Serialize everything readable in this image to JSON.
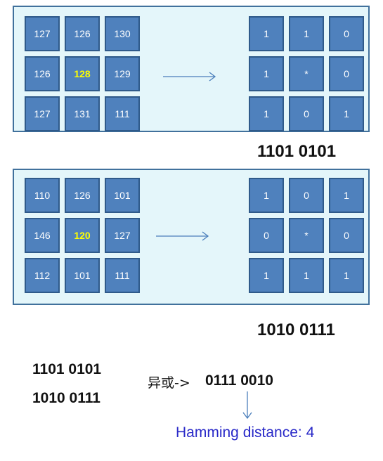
{
  "panel1": {
    "left": [
      "127",
      "126",
      "130",
      "126",
      "128",
      "129",
      "127",
      "131",
      "111"
    ],
    "right": [
      "1",
      "1",
      "0",
      "1",
      "*",
      "0",
      "1",
      "0",
      "1"
    ],
    "code": "1101 0101"
  },
  "panel2": {
    "left": [
      "110",
      "126",
      "101",
      "146",
      "120",
      "127",
      "112",
      "101",
      "111"
    ],
    "right": [
      "1",
      "0",
      "1",
      "0",
      "*",
      "0",
      "1",
      "1",
      "1"
    ],
    "code": "1010 0111"
  },
  "comparison": {
    "line1": "1101 0101",
    "line2": "1010 0111",
    "xor_label": "异或->",
    "result": "0111 0010",
    "hamming": "Hamming distance: 4"
  },
  "colors": {
    "cell_fill": "#4f81bd",
    "panel_fill": "#e4f6fa",
    "center_highlight": "#ffff00",
    "hamming_text": "#2929c8"
  }
}
